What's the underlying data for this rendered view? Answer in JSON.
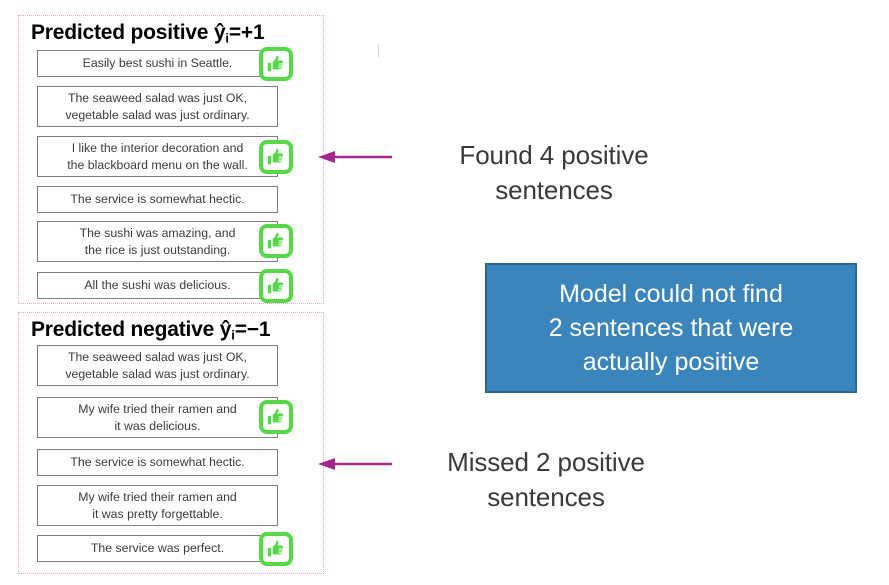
{
  "colors": {
    "region_border": "#e8a8cf",
    "box_border": "#7f7f7f",
    "thumb_green": "#56d848",
    "arrow_magenta": "#a32a8c",
    "callout_fill": "#3b85bd",
    "callout_border": "#2b6793",
    "caption_text": "#3a3a3a",
    "sentence_text": "#3b3b3b"
  },
  "groups": [
    {
      "id": "positive",
      "heading_prefix": "Predicted positive ",
      "heading_symbol": "ŷ",
      "heading_subscript": "i",
      "heading_suffix": "=+1",
      "heading_full": "Predicted positive ŷi=+1",
      "sentences": [
        {
          "text": "Easily best sushi in Seattle.",
          "lines": 1,
          "thumb": true
        },
        {
          "text": "The seaweed salad was just OK,\nvegetable salad was just ordinary.",
          "lines": 2,
          "thumb": false
        },
        {
          "text": "I like the interior decoration and\nthe blackboard menu on the wall.",
          "lines": 2,
          "thumb": true
        },
        {
          "text": "The service is somewhat hectic.",
          "lines": 1,
          "thumb": false
        },
        {
          "text": "The sushi was amazing, and\nthe rice is just outstanding.",
          "lines": 2,
          "thumb": true
        },
        {
          "text": "All the sushi was delicious.",
          "lines": 1,
          "thumb": true
        }
      ]
    },
    {
      "id": "negative",
      "heading_prefix": "Predicted negative ",
      "heading_symbol": "ŷ",
      "heading_subscript": "i",
      "heading_suffix": "=−1",
      "heading_full": "Predicted negative ŷi=−1",
      "sentences": [
        {
          "text": "The seaweed salad was just OK,\nvegetable salad was just ordinary.",
          "lines": 2,
          "thumb": false
        },
        {
          "text": "My wife tried their ramen and\nit was delicious.",
          "lines": 2,
          "thumb": true
        },
        {
          "text": "The service is somewhat hectic.",
          "lines": 1,
          "thumb": false
        },
        {
          "text": "My wife tried their ramen and\nit was pretty forgettable.",
          "lines": 2,
          "thumb": false
        },
        {
          "text": "The service was perfect.",
          "lines": 1,
          "thumb": true
        }
      ]
    }
  ],
  "annotations": {
    "found": {
      "text": "Found 4 positive\nsentences",
      "arrow_direction": "left"
    },
    "missed": {
      "text": "Missed 2 positive\nsentences",
      "arrow_direction": "left"
    },
    "callout": {
      "text": "Model could not find\n2 sentences that were\nactually positive"
    }
  },
  "icons": {
    "thumb": "thumbs-up-icon",
    "arrow": "arrow-left-icon"
  }
}
